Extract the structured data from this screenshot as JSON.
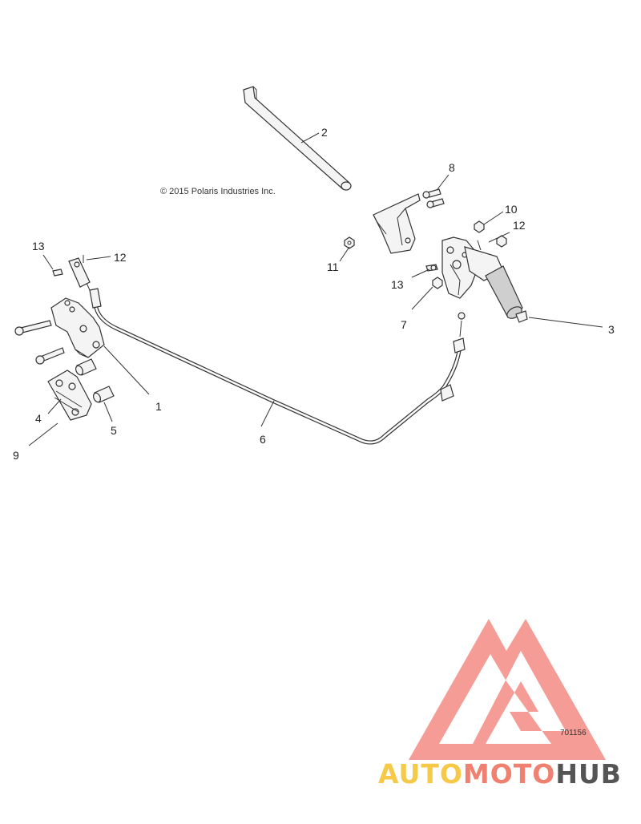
{
  "diagram": {
    "copyright": "© 2015 Polaris Industries Inc.",
    "document_number": "701156",
    "callouts": {
      "c1": "1",
      "c2": "2",
      "c3": "3",
      "c4": "4",
      "c5": "5",
      "c6": "6",
      "c7": "7",
      "c8": "8",
      "c9": "9",
      "c10": "10",
      "c11": "11",
      "c12a": "12",
      "c12b": "12",
      "c13a": "13",
      "c13b": "13"
    }
  },
  "watermark": {
    "part1": "AUTO",
    "part2": "MOTO",
    "part3": "HUB",
    "colors": {
      "auto": "#f7c948",
      "moto": "#f08070",
      "hub": "#555555",
      "logo": "#f28b82"
    }
  }
}
